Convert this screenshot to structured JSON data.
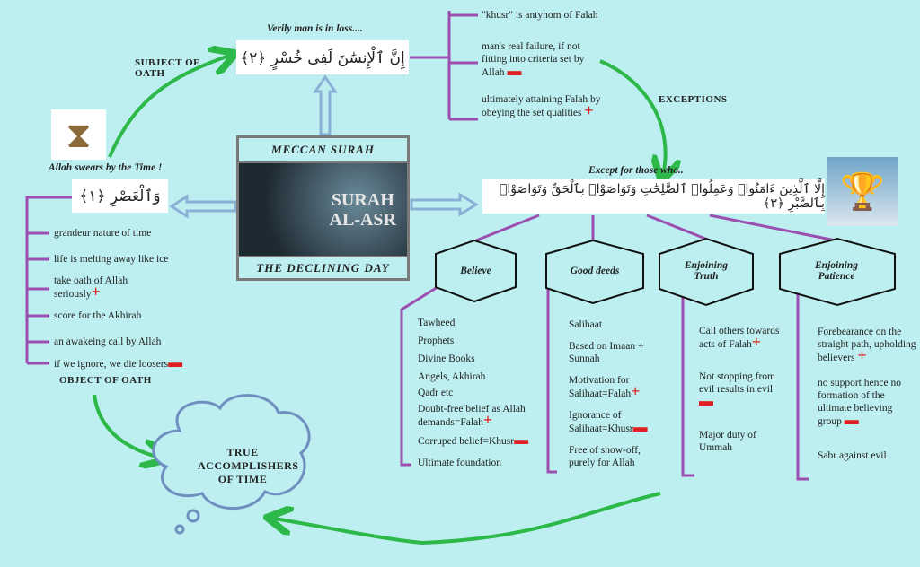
{
  "colors": {
    "background": "#bdeff0",
    "bracket": "#9b4fb0",
    "arrow_green": "#2db84a",
    "arrow_blue": "#8ab0d6",
    "plus_minus": "#e02020"
  },
  "ayah2": {
    "caption": "Verily man is in loss....",
    "arabic": "إِنَّ ٱلْإِنسَٰنَ لَفِى خُسْرٍ ﴿٢﴾"
  },
  "ayah1": {
    "caption": "Allah swears by the Time !",
    "arabic": "وَٱلْعَصْرِ ﴿١﴾"
  },
  "ayah3": {
    "caption": "Except for those who..",
    "arabic": "إِلَّا ٱلَّذِينَ ءَامَنُوا۟ وَعَمِلُوا۟ ٱلصَّٰلِحَٰتِ وَتَوَاصَوْا۟ بِٱلْحَقِّ وَتَوَاصَوْا۟ بِٱلصَّبْرِ ﴿٣﴾"
  },
  "labels": {
    "subject_of_oath": "SUBJECT OF OATH",
    "object_of_oath": "OBJECT OF OATH",
    "exceptions": "EXCEPTIONS",
    "cloud": "TRUE ACCOMPLISHERS OF TIME"
  },
  "center": {
    "top": "MECCAN SURAH",
    "title1": "SURAH",
    "title2": "AL-ASR",
    "bottom": "THE DECLINING DAY"
  },
  "khusr_notes": [
    {
      "text": "\"khusr\" is antynom of Falah",
      "mark": ""
    },
    {
      "text": "man's real failure, if not fitting into criteria set by Allah",
      "mark": "minus"
    },
    {
      "text": "ultimately attaining Falah by obeying the set qualities",
      "mark": "plus"
    }
  ],
  "time_notes": [
    {
      "text": "grandeur nature of time",
      "mark": ""
    },
    {
      "text": "life is melting away like ice",
      "mark": ""
    },
    {
      "text": "take oath of Allah seriously",
      "mark": "plus"
    },
    {
      "text": "score for the Akhirah",
      "mark": ""
    },
    {
      "text": "an awakeing call by Allah",
      "mark": ""
    },
    {
      "text": "if we ignore, we die loosers",
      "mark": "minus"
    }
  ],
  "qualities": [
    {
      "title": "Believe",
      "items": [
        {
          "text": "Tawheed",
          "mark": ""
        },
        {
          "text": "Prophets",
          "mark": ""
        },
        {
          "text": "Divine Books",
          "mark": ""
        },
        {
          "text": "Angels, Akhirah",
          "mark": ""
        },
        {
          "text": "Qadr etc",
          "mark": ""
        },
        {
          "text": "Doubt-free belief as Allah demands=Falah",
          "mark": "plus"
        },
        {
          "text": "Corruped belief=Khusr",
          "mark": "minus"
        },
        {
          "text": "Ultimate foundation",
          "mark": ""
        }
      ]
    },
    {
      "title": "Good deeds",
      "items": [
        {
          "text": "Salihaat",
          "mark": ""
        },
        {
          "text": "Based on Imaan + Sunnah",
          "mark": ""
        },
        {
          "text": "Motivation for Salihaat=Falah",
          "mark": "plus"
        },
        {
          "text": "Ignorance of Salihaat=Khusr",
          "mark": "minus"
        },
        {
          "text": "Free of show-off, purely for Allah",
          "mark": ""
        }
      ]
    },
    {
      "title": "Enjoining Truth",
      "items": [
        {
          "text": "Call others towards acts of Falah",
          "mark": "plus"
        },
        {
          "text": "Not stopping from evil results in evil",
          "mark": "minus"
        },
        {
          "text": "Major duty of Ummah",
          "mark": ""
        }
      ]
    },
    {
      "title": "Enjoining Patience",
      "items": [
        {
          "text": "Forebearance on the straight path, upholding believers",
          "mark": "plus"
        },
        {
          "text": "no support hence no formation of the ultimate believing group",
          "mark": "minus"
        },
        {
          "text": "Sabr against evil",
          "mark": ""
        }
      ]
    }
  ]
}
